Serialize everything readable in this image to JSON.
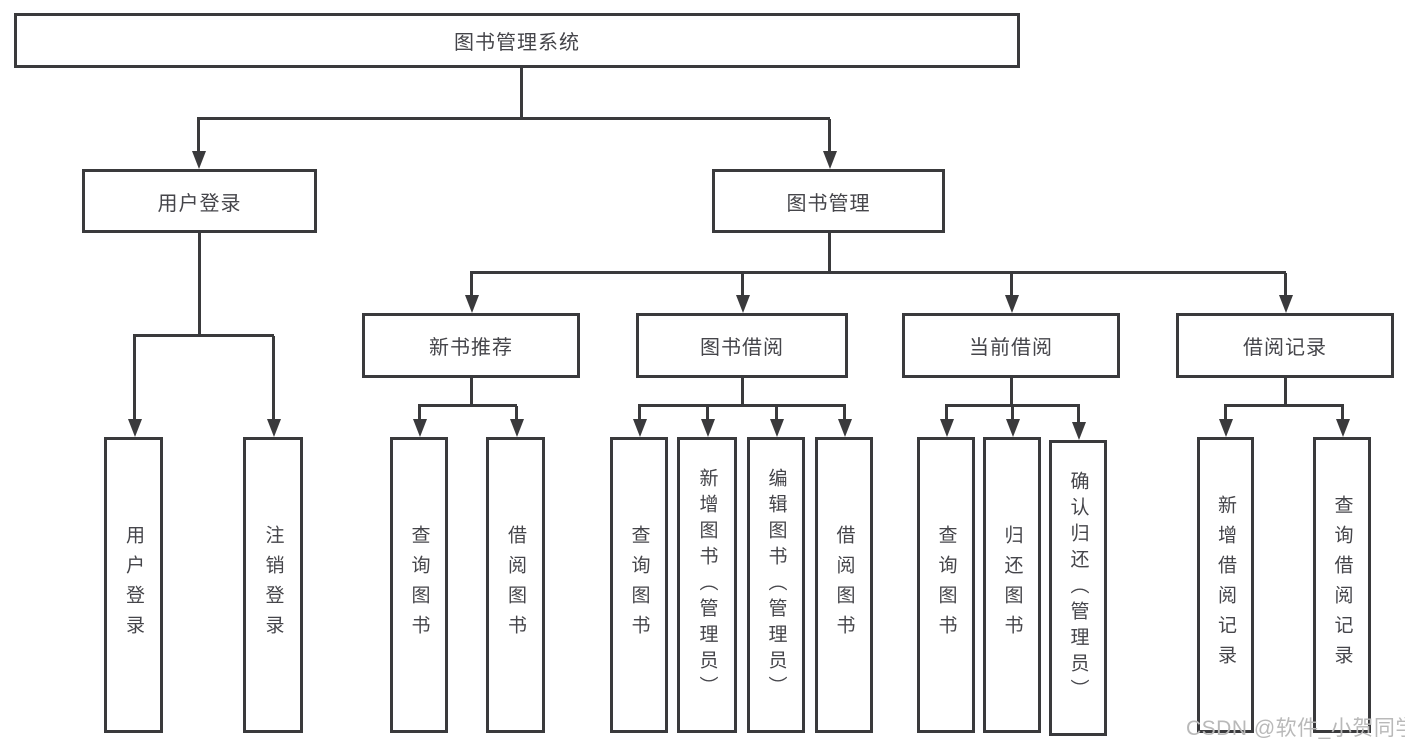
{
  "watermark": "CSDN @软件_小贺同学",
  "colors": {
    "line": "#3a3a3c",
    "text": "#45454a",
    "watermark": "#b9b9b9",
    "background": "#ffffff"
  },
  "root": {
    "label": "图书管理系统"
  },
  "user_login": {
    "label": "用户登录",
    "children": [
      {
        "label": "用户登录"
      },
      {
        "label": "注销登录"
      }
    ]
  },
  "book_mgmt": {
    "label": "图书管理",
    "sections": [
      {
        "label": "新书推荐",
        "children": [
          {
            "label": "查询图书"
          },
          {
            "label": "借阅图书"
          }
        ]
      },
      {
        "label": "图书借阅",
        "children": [
          {
            "label": "查询图书"
          },
          {
            "label": "新增图书（管理员）"
          },
          {
            "label": "编辑图书（管理员）"
          },
          {
            "label": "借阅图书"
          }
        ]
      },
      {
        "label": "当前借阅",
        "children": [
          {
            "label": "查询图书"
          },
          {
            "label": "归还图书"
          },
          {
            "label": "确认归还（管理员）"
          }
        ]
      },
      {
        "label": "借阅记录",
        "children": [
          {
            "label": "新增借阅记录"
          },
          {
            "label": "查询借阅记录"
          }
        ]
      }
    ]
  }
}
